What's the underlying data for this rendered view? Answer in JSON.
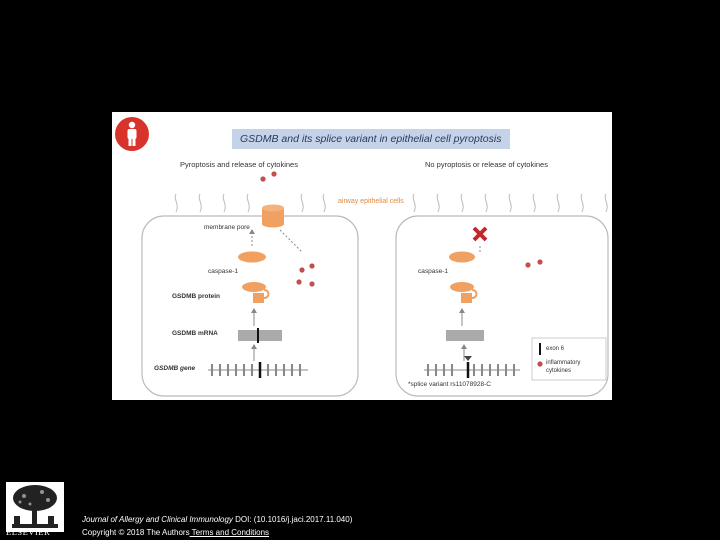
{
  "figure": {
    "title": "GSDMB and its splice variant in epithelial cell pyroptosis",
    "left_heading": "Pyroptosis and release of cytokines",
    "right_heading": "No pyroptosis or release of cytokines",
    "cell_label": "airway epithelial cells",
    "membrane_pore": "membrane pore",
    "caspase_left": "caspase-1",
    "caspase_right": "caspase-1",
    "protein_label": "GSDMB protein",
    "mrna_label": "GSDMB mRNA",
    "gene_label": "GSDMB gene",
    "splice_variant": "splice variant rs11078928-C",
    "legend": {
      "exon": "exon 6",
      "cytokines_line1": "inflammatory",
      "cytokines_line2": "cytokines"
    },
    "colors": {
      "orange": "#f0a060",
      "cytokine": "#c0504d",
      "title_bg": "#c5d3e9",
      "cross": "#c0282e"
    }
  },
  "footer": {
    "journal": "Journal of Allergy and Clinical Immunology",
    "doi": " DOI: (10.1016/j.jaci.2017.11.040)",
    "copyright": "Copyright © 2018 The Authors",
    "terms": " Terms and Conditions"
  },
  "publisher": {
    "name": "ELSEVIER"
  }
}
